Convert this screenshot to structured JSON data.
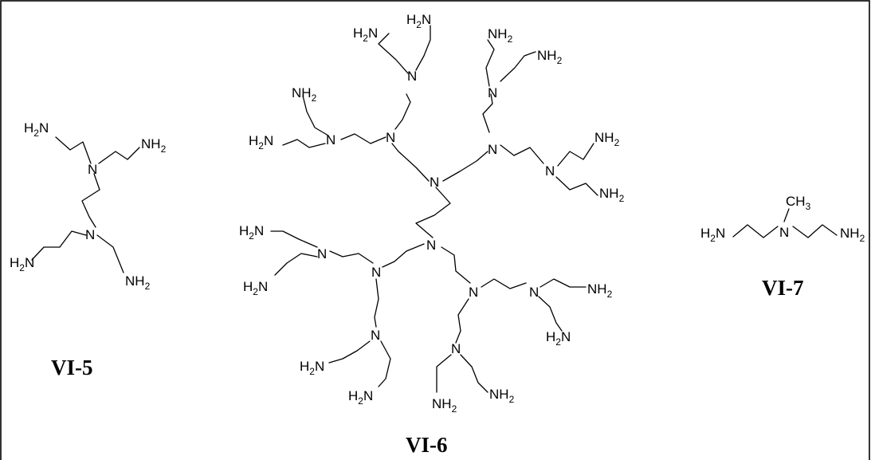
{
  "compounds": {
    "vi5": {
      "label": "VI-5"
    },
    "vi6": {
      "label": "VI-6"
    },
    "vi7": {
      "label": "VI-7"
    }
  },
  "atoms": {
    "N": "N",
    "H": "H",
    "C": "C",
    "two": "2",
    "three": "3"
  },
  "colors": {
    "line": "#000000",
    "background": "#ffffff"
  }
}
